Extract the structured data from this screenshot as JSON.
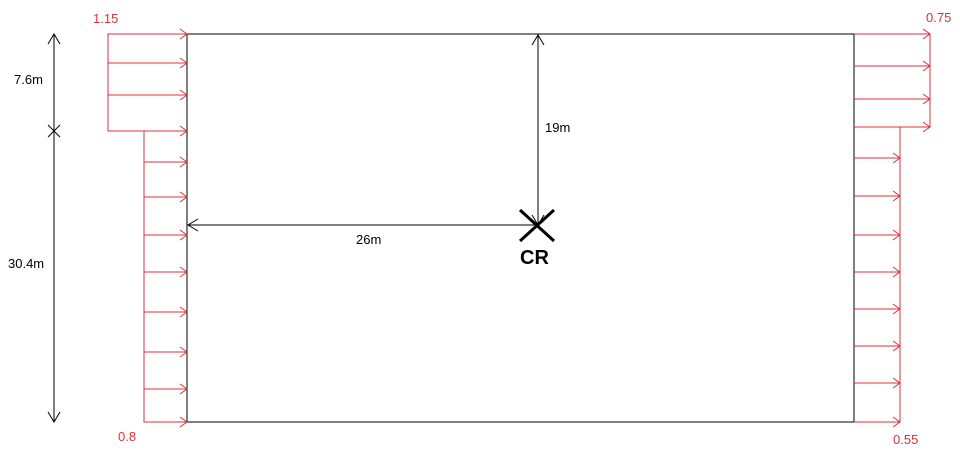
{
  "load_values": {
    "left_top": "1.15",
    "left_bottom": "0.8",
    "right_top": "0.75",
    "right_bottom": "0.55"
  },
  "dimensions": {
    "upper_height": "7.6m",
    "lower_height": "30.4m",
    "vertical_to_cr": "19m",
    "horizontal_to_cr": "26m"
  },
  "center_label": "CR",
  "colors": {
    "load": "#d9323a",
    "structure": "#000000"
  }
}
